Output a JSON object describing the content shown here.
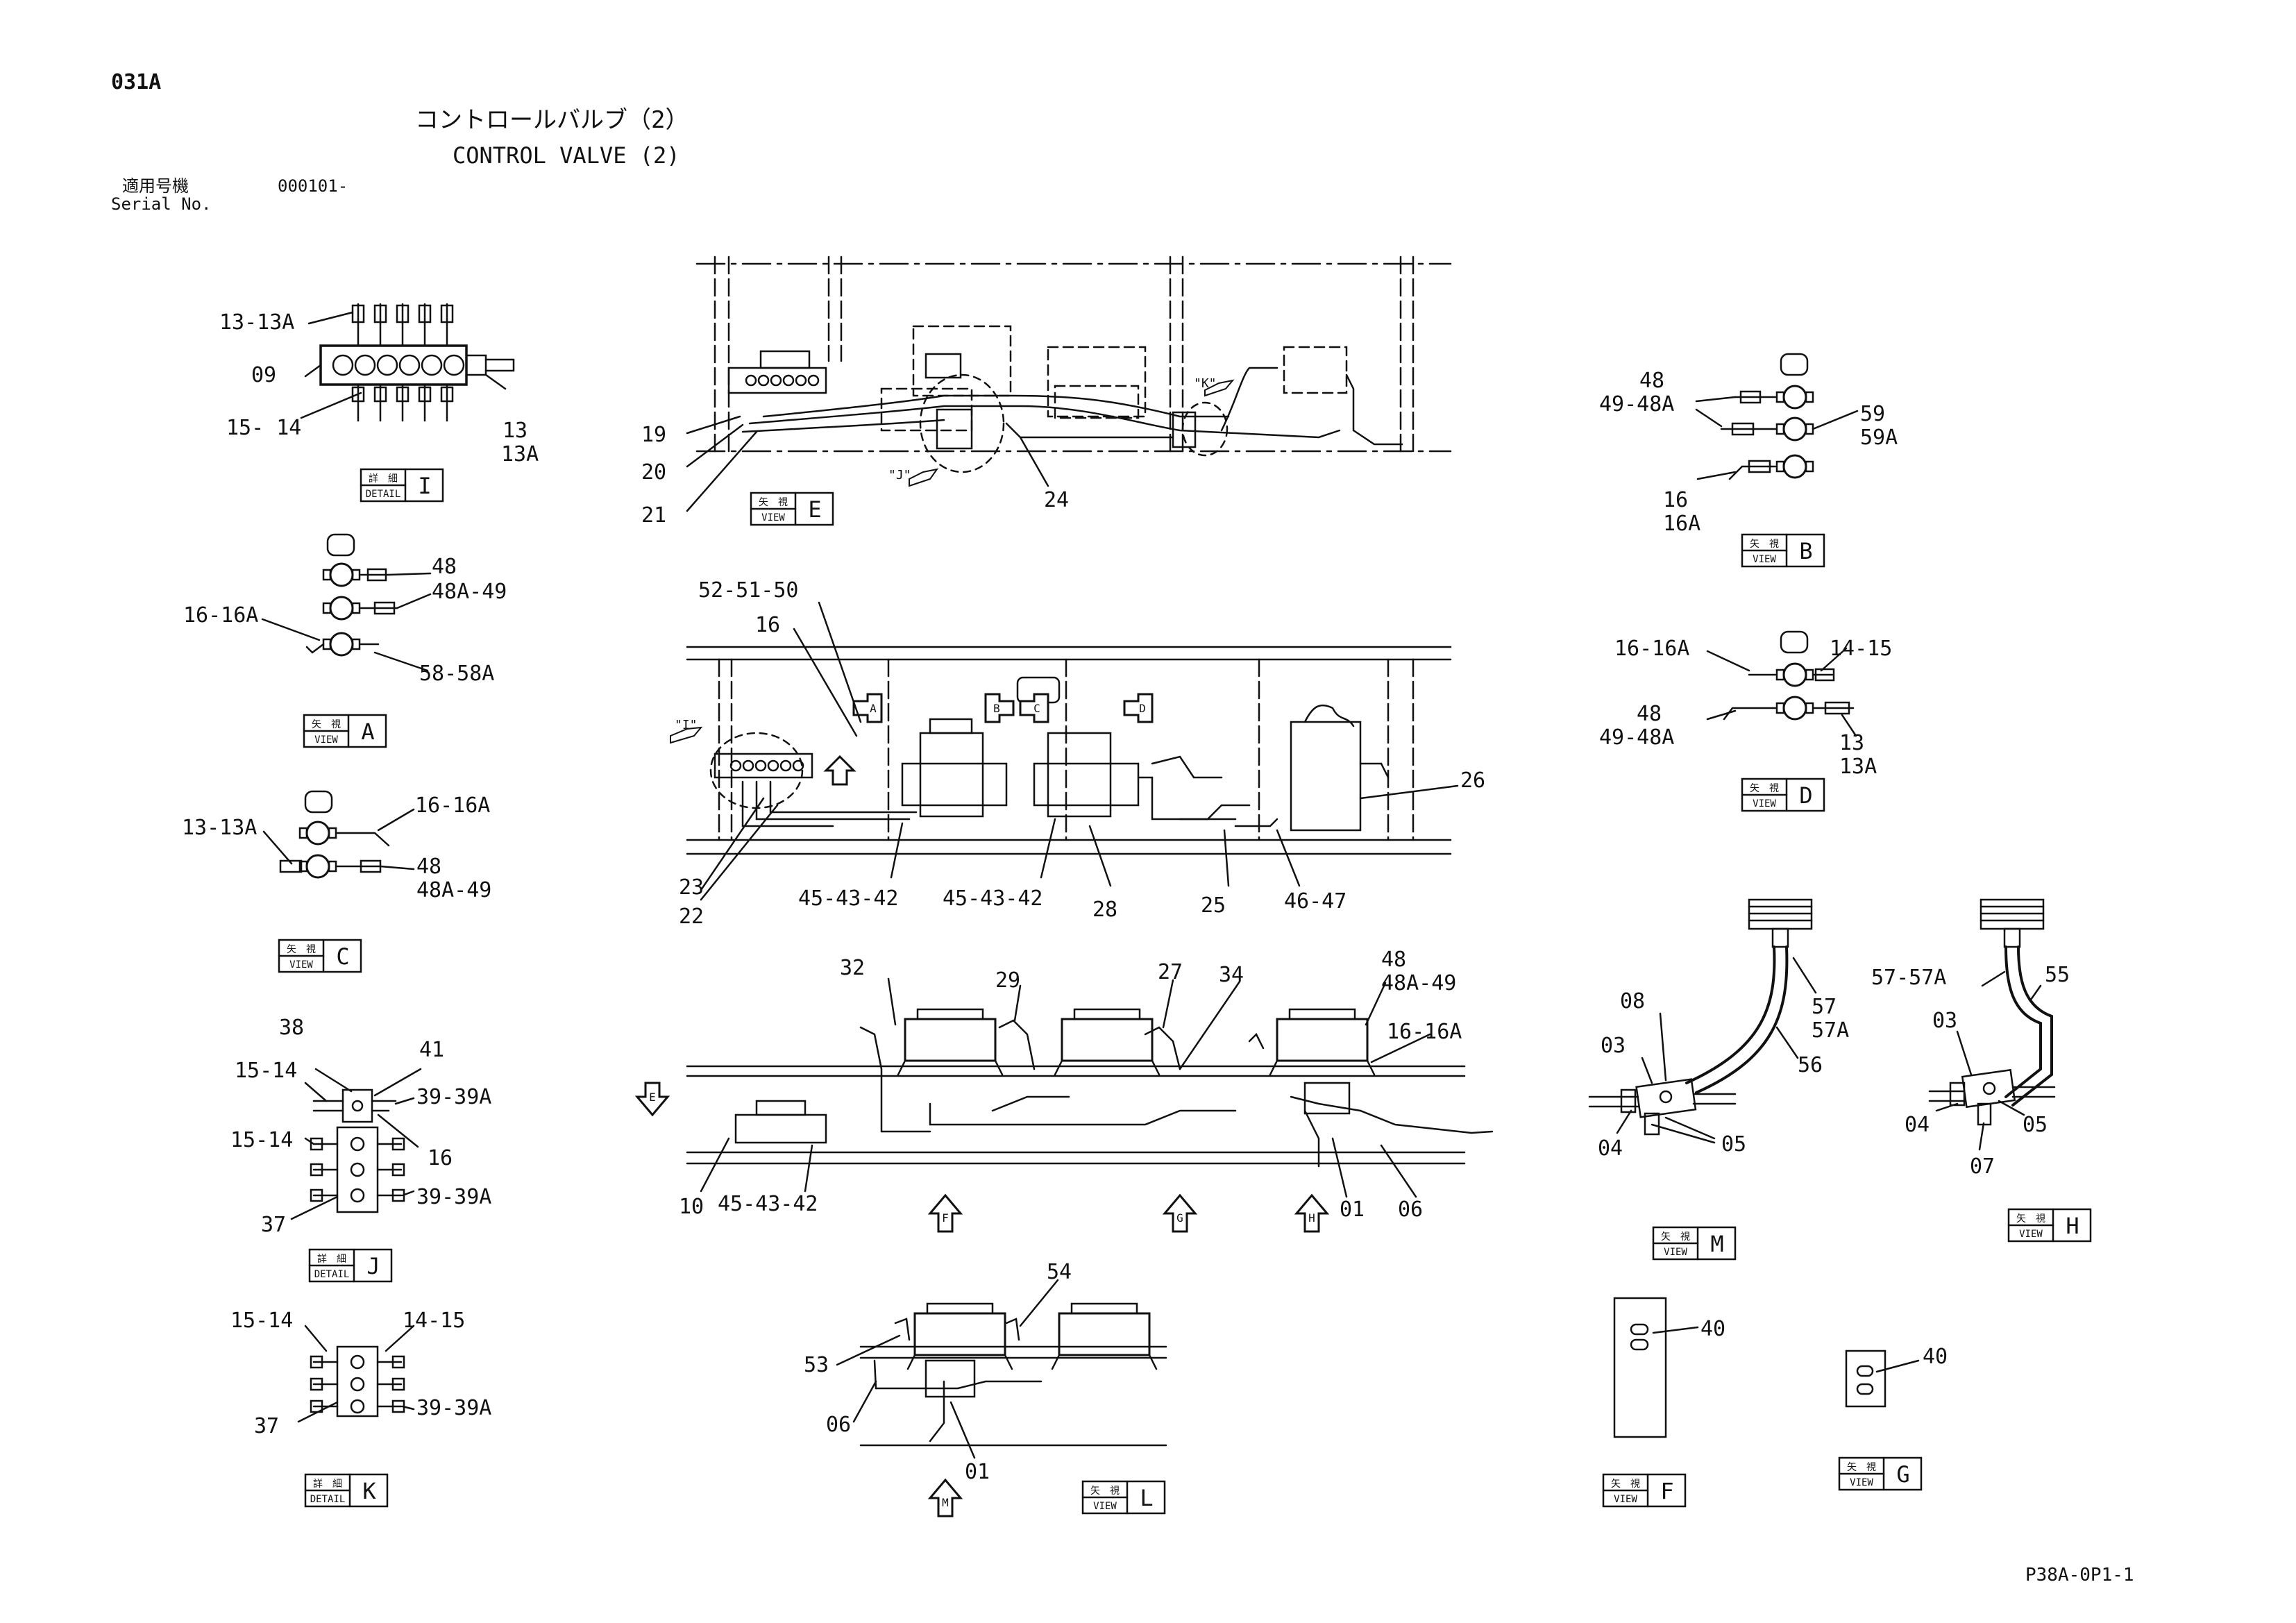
{
  "header": {
    "code": "031A",
    "title_jp": "コントロールバルブ（2）",
    "title_en": "CONTROL VALVE (2)",
    "serial_label_jp": "適用号機",
    "serial_value": "000101-",
    "serial_label_en": "Serial No."
  },
  "footer": {
    "page_code": "P38A-0P1-1"
  },
  "boxes": {
    "detail_jp": "詳　細",
    "detail_en": "DETAIL",
    "view_jp": "矢　視",
    "view_en": "VIEW",
    "I": "I",
    "A": "A",
    "C": "C",
    "J": "J",
    "K": "K",
    "E": "E",
    "L": "L",
    "B": "B",
    "D": "D",
    "M": "M",
    "H": "H",
    "F": "F",
    "G": "G"
  },
  "arrows": {
    "A": "A",
    "B": "B",
    "C": "C",
    "D": "D",
    "E": "E",
    "F": "F",
    "G": "G",
    "H": "H",
    "M": "M",
    "I_ref": "\"I\"",
    "J_ref": "\"J\"",
    "K_ref": "\"K\""
  },
  "callouts": {
    "detailI": {
      "a": "13-13A",
      "b": "09",
      "c": "15- 14",
      "d": "13",
      "e": "13A"
    },
    "viewA": {
      "a": "48",
      "b": "48A-49",
      "c": "16-16A",
      "d": "58-58A"
    },
    "viewC": {
      "a": "13-13A",
      "b": "16-16A",
      "c": "48",
      "d": "48A-49"
    },
    "detailJ": {
      "a": "38",
      "b": "41",
      "c": "15-14",
      "d": "39-39A",
      "e": "16",
      "f": "15-14",
      "g": "39-39A",
      "h": "37"
    },
    "detailK": {
      "a": "15-14",
      "b": "14-15",
      "c": "37",
      "d": "39-39A"
    },
    "viewE": {
      "a": "19",
      "b": "20",
      "c": "21",
      "d": "24"
    },
    "mid": {
      "a": "52-51-50",
      "b": "16",
      "c": "23",
      "d": "22",
      "e": "45-43-42",
      "f": "45-43-42",
      "g": "28",
      "h": "25",
      "i": "46-47",
      "j": "26"
    },
    "front": {
      "a": "32",
      "b": "29",
      "c": "27",
      "d": "34",
      "e": "48",
      "f": "48A-49",
      "g": "16-16A",
      "h": "10",
      "i": "45-43-42",
      "j": "01",
      "k": "06"
    },
    "viewL": {
      "a": "54",
      "b": "53",
      "c": "06",
      "d": "01"
    },
    "viewB": {
      "a": "48",
      "b": "49-48A",
      "c": "59",
      "d": "59A",
      "e": "16",
      "f": "16A"
    },
    "viewD": {
      "a": "16-16A",
      "b": "14-15",
      "c": "48",
      "d": "49-48A",
      "e": "13",
      "f": "13A"
    },
    "viewM": {
      "a": "08",
      "b": "03",
      "c": "57",
      "d": "57A",
      "e": "56",
      "f": "04",
      "g": "05"
    },
    "viewH": {
      "a": "57-57A",
      "b": "55",
      "c": "03",
      "d": "04",
      "e": "05",
      "f": "07"
    },
    "viewF": {
      "a": "40"
    },
    "viewG": {
      "a": "40"
    }
  }
}
